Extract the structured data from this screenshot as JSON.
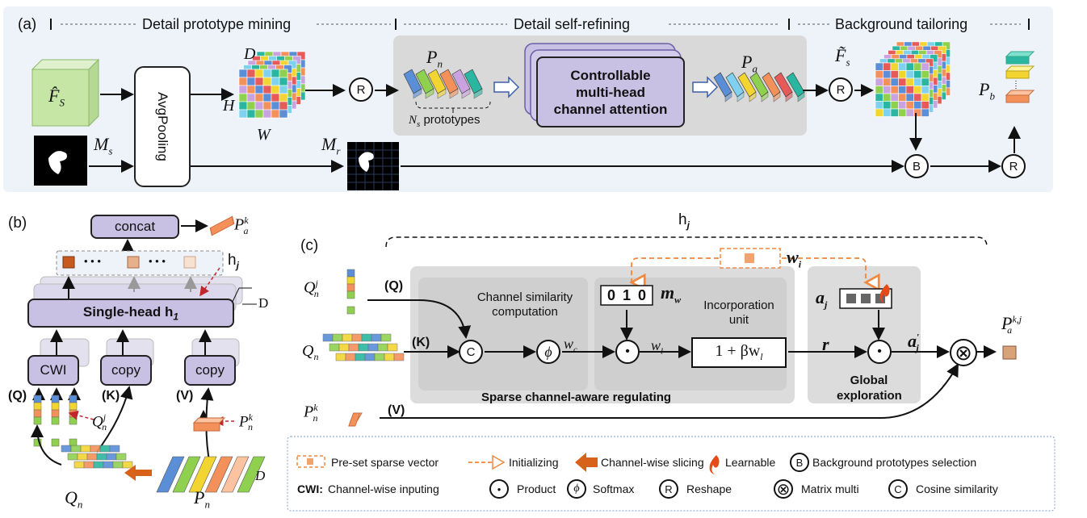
{
  "panel_a": {
    "label": "(a)",
    "section1": "Detail prototype mining",
    "section2": "Detail self-refining",
    "section3": "Background tailoring",
    "fs_hat": "F̂",
    "fs_hat_sub": "S",
    "ms": "M",
    "ms_sub": "s",
    "avgpool": "AvgPooling",
    "dim_d": "D",
    "dim_h": "H",
    "dim_w": "W",
    "reshape": "R",
    "pn": "P",
    "pn_sub": "n",
    "ns_prototypes_sym": "N",
    "ns_prototypes_sub": "s",
    "ns_prototypes_text": "prototypes",
    "attention_box": "Controllable multi-head channel attention",
    "pa": "P",
    "pa_sub": "a",
    "fs_tilde": "F̃",
    "fs_tilde_sub": "s",
    "pb": "P",
    "pb_sub": "b",
    "mr": "M",
    "mr_sub": "r",
    "background_sel": "B"
  },
  "panel_b": {
    "label": "(b)",
    "concat": "concat",
    "pak": "P",
    "pak_sub": "a",
    "pak_sup": "k",
    "dots": "• • •",
    "hj": "h",
    "hj_sub": "j",
    "single_head": "Single-head h",
    "single_head_sub": "1",
    "dim_d": "D",
    "cwi": "CWI",
    "copy1": "copy",
    "copy2": "copy",
    "q": "(Q)",
    "k": "(K)",
    "v": "(V)",
    "qnj": "Q",
    "qnj_sub": "n",
    "qnj_sup": "j",
    "pnk": "P",
    "pnk_sub": "n",
    "pnk_sup": "k",
    "qn": "Q",
    "qn_sub": "n",
    "pn": "P",
    "pn_sub": "n",
    "pn_dim": "D"
  },
  "panel_c": {
    "label": "(c)",
    "hj": "h",
    "hj_sub": "j",
    "wi": "w",
    "wi_sub": "i",
    "qnj": "Q",
    "qnj_sub": "n",
    "qnj_sup": "j",
    "q": "(Q)",
    "qn": "Q",
    "qn_sub": "n",
    "k": "(K)",
    "pnk": "P",
    "pnk_sub": "n",
    "pnk_sup": "k",
    "v": "(V)",
    "channel_sim": "Channel similarity computation",
    "cos": "C",
    "phi": "ϕ",
    "wc": "w",
    "wc_sub": "c",
    "mask_vec": "0 1 0",
    "mw": "m",
    "mw_sub": "w",
    "incorporation": "Incorporation unit",
    "dot": "•",
    "wl": "w",
    "wl_sub": "l",
    "formula": "1 + βw",
    "formula_sub": "l",
    "r": "r",
    "aj": "a",
    "aj_sub": "j",
    "aj_prime": "a",
    "aj_prime_sub": "j",
    "aj_prime_sup": "′",
    "sparse_label": "Sparse channel-aware regulating",
    "global_label": "Global exploration",
    "matmul": "⊗",
    "pakj": "P",
    "pakj_sub": "a",
    "pakj_sup": "k,j"
  },
  "legend": {
    "preset": "Pre-set sparse vector",
    "init": "Initializing",
    "slicing": "Channel-wise slicing",
    "learnable": "Learnable",
    "bg_sel": "Background prototypes selection",
    "cwi_key": "CWI:",
    "cwi_desc": "Channel-wise inputing",
    "product": "Product",
    "softmax": "Softmax",
    "reshape": "Reshape",
    "matmul": "Matrix multi",
    "cosine": "Cosine similarity",
    "sym_b": "B",
    "sym_r": "R",
    "sym_c": "C",
    "sym_phi": "ϕ",
    "sym_dot": "•",
    "sym_x": "⊗"
  },
  "colors": {
    "panel_bg": "#eef3fa",
    "attention_fill": "#c9c1e4",
    "grey_region": "#d9d9d9",
    "orange_dashed": "#f0883e",
    "slice_arrow": "#d9621a",
    "cube_green": "#c6e6a6"
  }
}
